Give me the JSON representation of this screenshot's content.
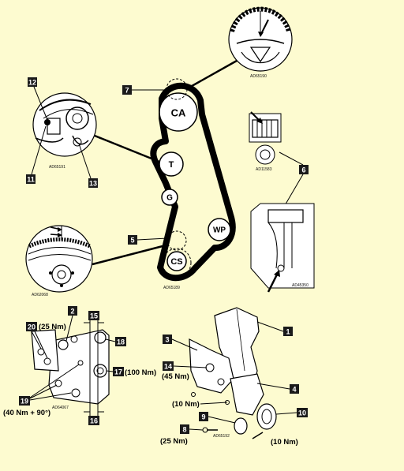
{
  "colors": {
    "background": "#fdfbd0",
    "line": "#000000",
    "callout_box": "#1a1a1a",
    "callout_text": "#ffffff"
  },
  "pulleys": {
    "camshaft": "CA",
    "tensioner": "T",
    "guide": "G",
    "water_pump": "WP",
    "crankshaft": "CS"
  },
  "callouts": {
    "c1": "1",
    "c2": "2",
    "c3": "3",
    "c4": "4",
    "c5": "5",
    "c6": "6",
    "c7": "7",
    "c8": "8",
    "c9": "9",
    "c10": "10",
    "c11": "11",
    "c12": "12",
    "c13": "13",
    "c14": "14",
    "c15": "15",
    "c16": "16",
    "c17": "17",
    "c18": "18",
    "c19": "19",
    "c20": "20"
  },
  "torques": {
    "t20": "(25 Nm)",
    "t17": "(100 Nm)",
    "t19": "(40 Nm + 90°)",
    "t14": "(45 Nm)",
    "t10nm_left": "(10 Nm)",
    "t8": "(25 Nm)",
    "t10nm_right": "(10 Nm)"
  },
  "figure_codes": {
    "top_cam": "AD65190",
    "tensioner_detail": "AD65191",
    "crank_detail": "AD62068",
    "mid_cs": "AD65189",
    "marks_detail": "AD11583",
    "side_detail": "AD45350",
    "bracket": "AD64067",
    "covers": "AD65192"
  }
}
